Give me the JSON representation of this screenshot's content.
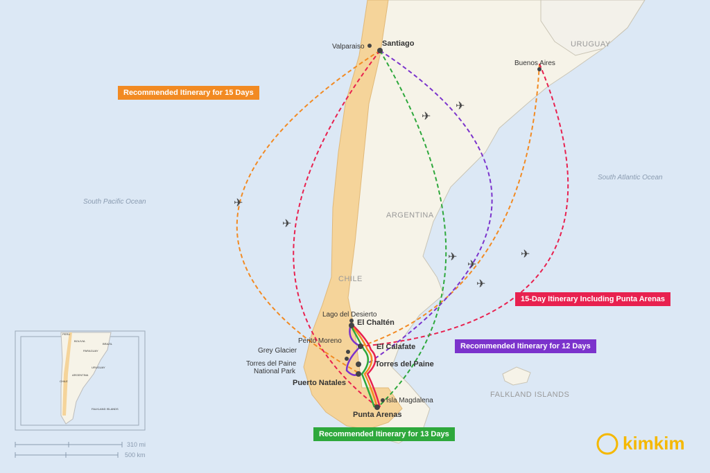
{
  "map": {
    "cities": {
      "santiago": "Santiago",
      "valparaiso": "Valparaiso",
      "buenos_aires": "Buenos Aires",
      "lago_del_desierto": "Lago del Desierto",
      "el_chalten": "El Chaltén",
      "perito_moreno": "Perito Moreno",
      "el_calafate": "El Calafate",
      "grey_glacier": "Grey Glacier",
      "torres_np_1": "Torres del Paine",
      "torres_np_2": "National Park",
      "torres_del_paine": "Torres del Paine",
      "puerto_natales": "Puerto Natales",
      "isla_magdalena": "Isla Magdalena",
      "punta_arenas": "Punta Arenas"
    },
    "countries": {
      "uruguay": "URUGUAY",
      "argentina": "ARGENTINA",
      "chile": "CHILE",
      "falklands": "FALKLAND ISLANDS"
    },
    "seas": {
      "pacific": "South Pacific Ocean",
      "atlantic": "South Atlantic Ocean"
    },
    "routes": [
      {
        "label": "Recommended Itinerary for 15 Days",
        "color": "#f28a22"
      },
      {
        "label": "15-Day Itinerary Including Punta Arenas",
        "color": "#e8214f"
      },
      {
        "label": "Recommended Itinerary for 12 Days",
        "color": "#7b33cc"
      },
      {
        "label": "Recommended Itinerary for 13 Days",
        "color": "#2ea83c"
      }
    ],
    "inset": {
      "labels": [
        "PERU",
        "BOLIVIA",
        "BRAZIL",
        "PARAGUAY",
        "URUGUAY",
        "ARGENTINA",
        "CHILE",
        "FALKLAND ISLANDS"
      ]
    },
    "scale": {
      "mi": "310 mi",
      "km": "500 km"
    },
    "brand": "kimkim"
  }
}
